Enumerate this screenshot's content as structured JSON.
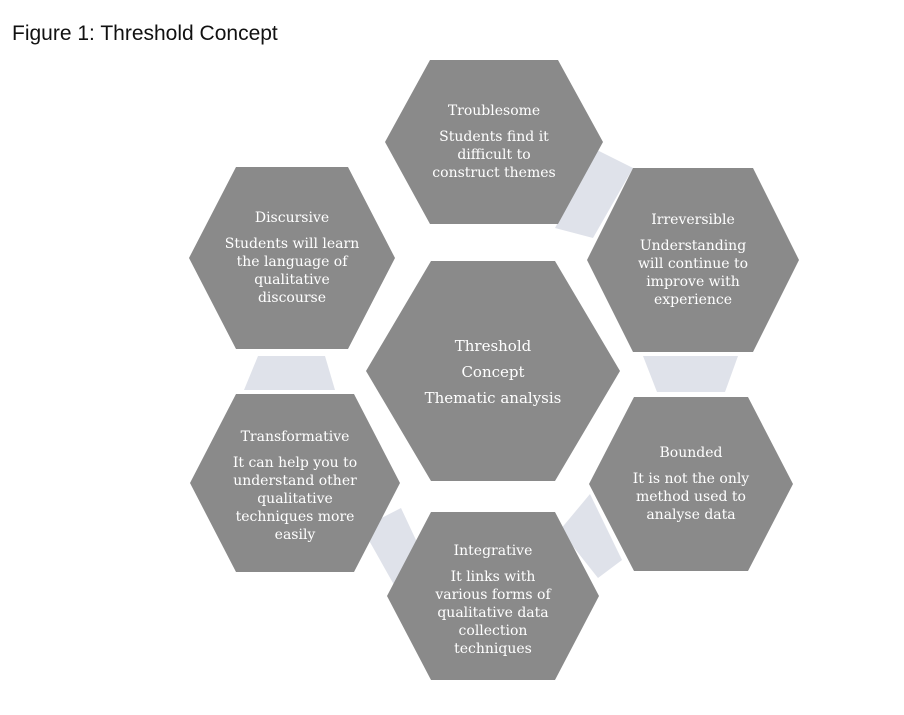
{
  "figure": {
    "title": "Figure 1: Threshold Concept"
  },
  "colors": {
    "hexagon": "#8a8a8a",
    "connector": "#dfe2ea",
    "text": "#ffffff"
  },
  "center": {
    "line1": "Threshold",
    "line2": "Concept",
    "line3": "Thematic analysis"
  },
  "nodes": {
    "troublesome": {
      "heading": "Troublesome",
      "text": "Students find it\ndifficult to\nconstruct themes"
    },
    "irreversible": {
      "heading": "Irreversible",
      "text": "Understanding\nwill continue to\nimprove with\nexperience"
    },
    "bounded": {
      "heading": "Bounded",
      "text": "It is not the only\nmethod used to\nanalyse data"
    },
    "integrative": {
      "heading": "Integrative",
      "text": "It links with\nvarious forms of\nqualitative data\ncollection\ntechniques"
    },
    "transformative": {
      "heading": "Transformative",
      "text": "It can help you to\nunderstand other\nqualitative\ntechniques more\neasily"
    },
    "discursive": {
      "heading": "Discursive",
      "text": "Students will learn\nthe language of\nqualitative\ndiscourse"
    }
  }
}
